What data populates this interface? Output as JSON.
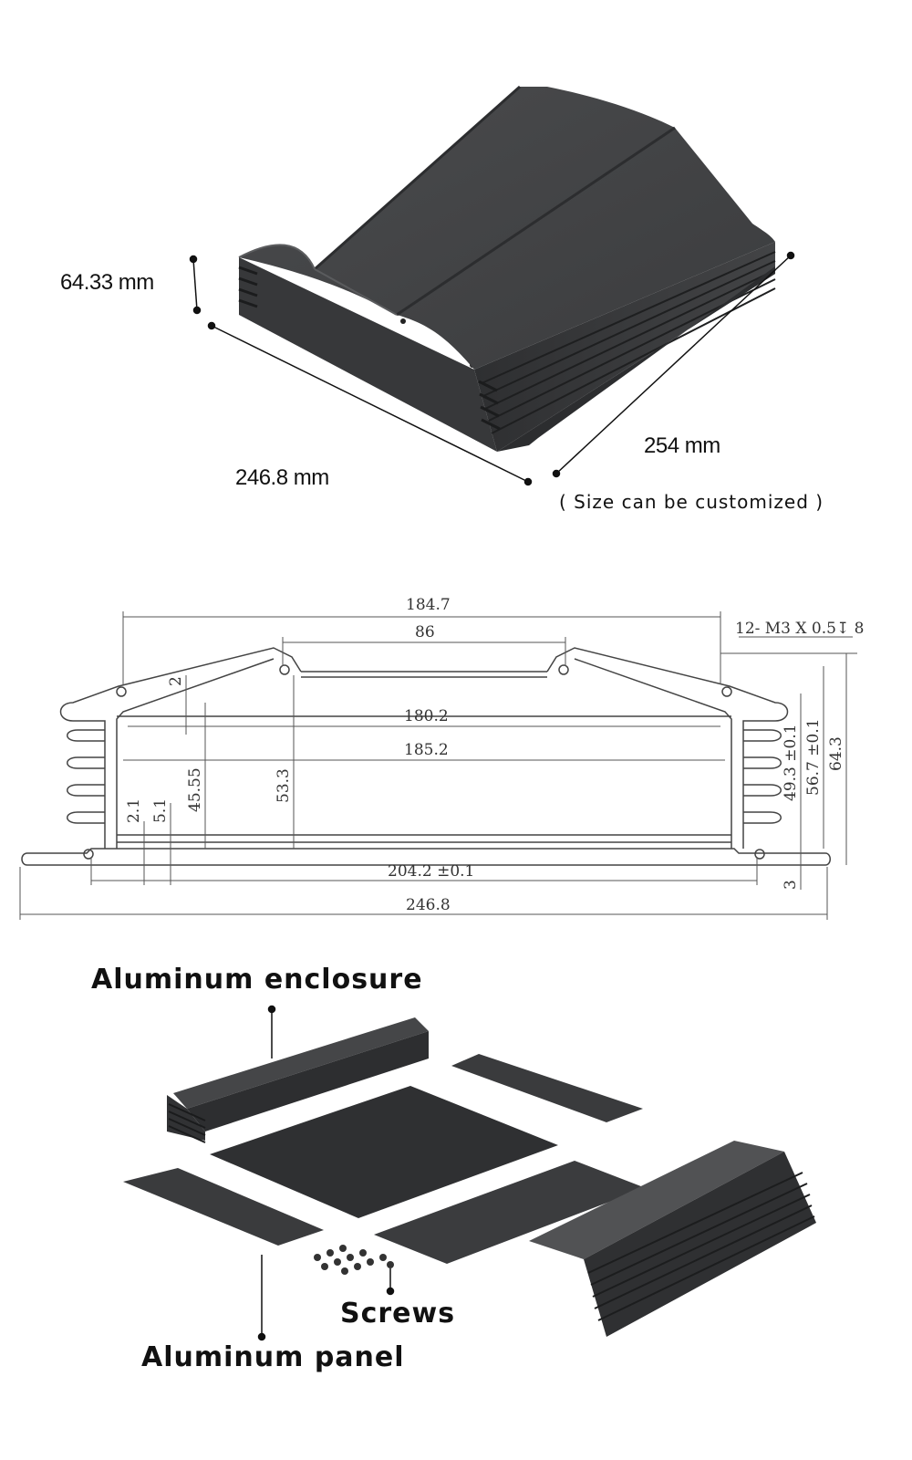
{
  "top_section": {
    "height_label": "64.33 mm",
    "width_label": "246.8 mm",
    "depth_label": "254 mm",
    "note": "( Size can be customized )"
  },
  "drawing": {
    "overall_top": "184.7",
    "top_slot": "86",
    "thread_note": "12- M3 X 0.5↧ 8",
    "inner_top_gap": "2",
    "inner_width_upper": "180.2",
    "inner_width_lower": "185.2",
    "left_height": "45.55",
    "center_height": "53.3",
    "slot_a": "2.1",
    "slot_b": "5.1",
    "right_h1": "49.3 ±0.1",
    "right_h2": "56.7 ±0.1",
    "right_h3": "64.3",
    "base_width": "204.2 ±0.1",
    "overall_width": "246.8",
    "base_thickness": "3"
  },
  "parts": {
    "enclosure": "Aluminum enclosure",
    "screws": "Screws",
    "panel": "Aluminum panel"
  },
  "colors": {
    "metal_dark": "#3a3b3d",
    "metal_mid": "#505153",
    "metal_light": "#6a6b6d",
    "line": "#444444"
  }
}
